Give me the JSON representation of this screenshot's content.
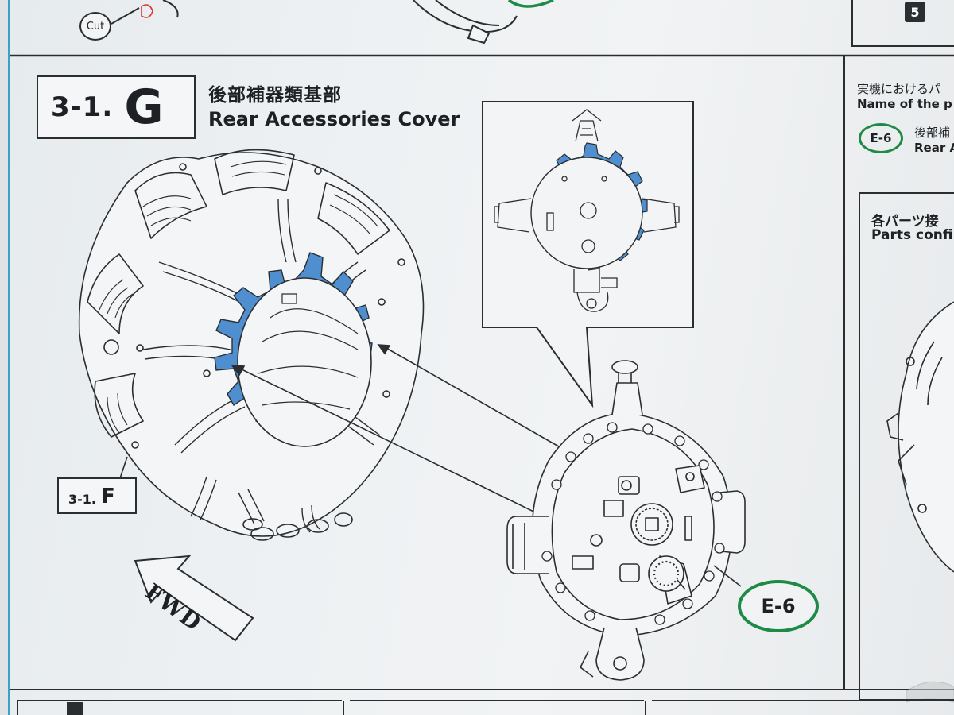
{
  "top_strip": {
    "cut_label": "Cut",
    "step_badge": "5"
  },
  "step": {
    "number": "3-1.",
    "letter": "G",
    "title_jp": "後部補器類基部",
    "title_en": "Rear Accessories Cover"
  },
  "reference": {
    "number": "3-1.",
    "letter": "F"
  },
  "fwd_label": "FWD",
  "part_badge": "E-6",
  "right_panel": {
    "name_jp": "実機におけるパ",
    "name_en": "Name of the p",
    "part_badge": "E-6",
    "part_jp": "後部補",
    "part_en": "Rear A",
    "config_jp": "各パーツ接",
    "config_en": "Parts confi"
  },
  "colors": {
    "highlight_blue": "#4f8fd0",
    "badge_green": "#1e8a46",
    "line_dark": "#2b2e31",
    "margin_cyan": "#39a3c4"
  }
}
